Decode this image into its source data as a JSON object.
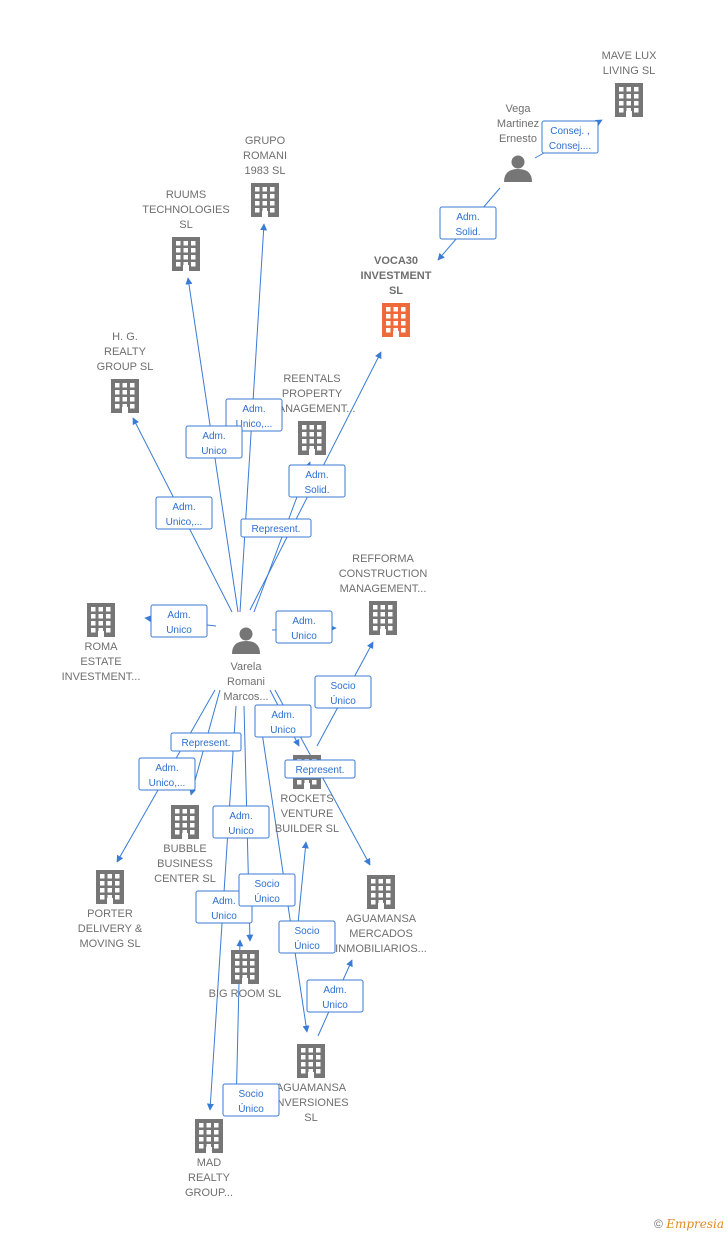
{
  "colors": {
    "edge": "#3a7bd5",
    "node": "#767676",
    "focus": "#ee6a3a",
    "label": "#6f6f6f"
  },
  "nodes": [
    {
      "id": "varela",
      "kind": "person",
      "label": [
        "Varela",
        "Romani",
        "Marcos..."
      ]
    },
    {
      "id": "vega",
      "kind": "person",
      "label": [
        "Vega",
        "Martinez",
        "Ernesto"
      ]
    },
    {
      "id": "voca30",
      "kind": "company",
      "focus": true,
      "label": [
        "VOCA30",
        "INVESTMENT",
        "SL"
      ]
    },
    {
      "id": "mavelux",
      "kind": "company",
      "label": [
        "MAVE LUX",
        "LIVING  SL"
      ]
    },
    {
      "id": "grupo",
      "kind": "company",
      "label": [
        "GRUPO",
        "ROMANI",
        "1983  SL"
      ]
    },
    {
      "id": "ruums",
      "kind": "company",
      "label": [
        "RUUMS",
        "TECHNOLOGIES",
        "SL"
      ]
    },
    {
      "id": "hg",
      "kind": "company",
      "label": [
        "H.  G.",
        "REALTY",
        "GROUP  SL"
      ]
    },
    {
      "id": "reentals",
      "kind": "company",
      "label": [
        "REENTALS",
        "PROPERTY",
        "MANAGEMENT..."
      ]
    },
    {
      "id": "refforma",
      "kind": "company",
      "label": [
        "REFFORMA",
        "CONSTRUCTION",
        "MANAGEMENT..."
      ]
    },
    {
      "id": "roma",
      "kind": "company",
      "label": [
        "ROMA",
        "ESTATE",
        "INVESTMENT..."
      ]
    },
    {
      "id": "rockets",
      "kind": "company",
      "label": [
        "ROCKETS",
        "VENTURE",
        "BUILDER  SL"
      ]
    },
    {
      "id": "bubble",
      "kind": "company",
      "label": [
        "BUBBLE",
        "BUSINESS",
        "CENTER  SL"
      ]
    },
    {
      "id": "porter",
      "kind": "company",
      "label": [
        "PORTER",
        "DELIVERY &",
        "MOVING  SL"
      ]
    },
    {
      "id": "aguamansa_m",
      "kind": "company",
      "label": [
        "AGUAMANSA",
        "MERCADOS",
        "INMOBILIARIOS..."
      ]
    },
    {
      "id": "bigroom",
      "kind": "company",
      "label": [
        "BIG ROOM  SL"
      ]
    },
    {
      "id": "aguamansa_i",
      "kind": "company",
      "label": [
        "AGUAMANSA",
        "INVERSIONES",
        "SL"
      ]
    },
    {
      "id": "mad",
      "kind": "company",
      "label": [
        "MAD",
        "REALTY",
        "GROUP..."
      ]
    }
  ],
  "edges": [
    {
      "from": "vega",
      "to": "mavelux",
      "label": [
        "Consej. ,",
        "Consej...."
      ]
    },
    {
      "from": "vega",
      "to": "voca30",
      "label": [
        "Adm.",
        "Solid."
      ]
    },
    {
      "from": "varela",
      "to": "grupo",
      "label": [
        "Adm.",
        "Unico,..."
      ]
    },
    {
      "from": "varela",
      "to": "ruums",
      "label": [
        "Adm.",
        "Unico"
      ]
    },
    {
      "from": "varela",
      "to": "hg",
      "label": [
        "Adm.",
        "Unico,..."
      ]
    },
    {
      "from": "varela",
      "to": "voca30",
      "label": [
        "Represent."
      ]
    },
    {
      "from": "varela",
      "to": "reentals",
      "label": [
        "Adm.",
        "Solid."
      ]
    },
    {
      "from": "varela",
      "to": "refforma",
      "label": [
        "Adm.",
        "Unico"
      ]
    },
    {
      "from": "varela",
      "to": "rockets",
      "label": [
        "Adm.",
        "Unico"
      ]
    },
    {
      "from": "varela",
      "to": "roma",
      "label": [
        "Adm.",
        "Unico"
      ]
    },
    {
      "from": "varela",
      "to": "bubble",
      "label": [
        "Represent."
      ]
    },
    {
      "from": "varela",
      "to": "porter",
      "label": [
        "Adm.",
        "Unico,..."
      ]
    },
    {
      "from": "varela",
      "to": "aguamansa_m",
      "label": [
        "Represent."
      ]
    },
    {
      "from": "varela",
      "to": "bigroom",
      "label": [
        "Adm.",
        "Unico"
      ]
    },
    {
      "from": "varela",
      "to": "aguamansa_i",
      "label": [
        "Socio",
        "Único"
      ]
    },
    {
      "from": "varela",
      "to": "mad",
      "label": [
        "Adm.",
        "Unico"
      ]
    },
    {
      "from": "rockets",
      "to": "refforma",
      "label": [
        "Socio",
        "Único"
      ]
    },
    {
      "from": "bigroom",
      "to": "rockets",
      "label": [
        "Socio",
        "Único"
      ]
    },
    {
      "from": "aguamansa_i",
      "to": "aguamansa_m",
      "label": [
        "Adm.",
        "Unico"
      ]
    },
    {
      "from": "mad",
      "to": "bigroom",
      "label": [
        "Socio",
        "Único"
      ]
    }
  ],
  "footer": {
    "copyright": "©",
    "brand": "Empresia"
  }
}
